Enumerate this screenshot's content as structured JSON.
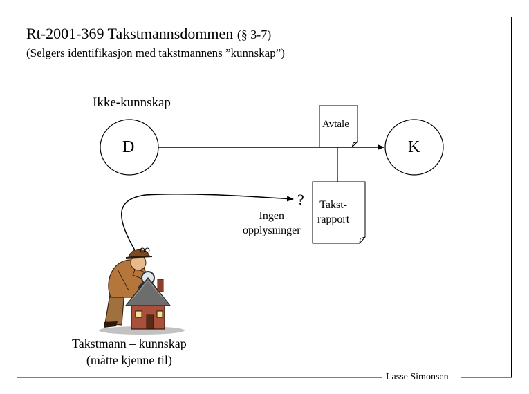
{
  "slide": {
    "title": "Rt-2001-369 Takstmannsdommen",
    "title_section": "(§ 3-7)",
    "subtitle": "(Selgers identifikasjon med takstmannens ”kunnskap”)",
    "footer": "Lasse Simonsen"
  },
  "diagram": {
    "ikke_kunnskap": "Ikke-kunnskap",
    "node_left": "D",
    "node_right": "K",
    "avtale": "Avtale",
    "question_mark": "?",
    "ingen_line1": "Ingen",
    "ingen_line2": "opplysninger",
    "takst_line1": "Takst-",
    "takst_line2": "rapport",
    "takstmann_line1": "Takstmann – kunnskap",
    "takstmann_line2": "(måtte kjenne til)"
  },
  "icons": {
    "inspector": "detective-inspecting-house-icon"
  }
}
